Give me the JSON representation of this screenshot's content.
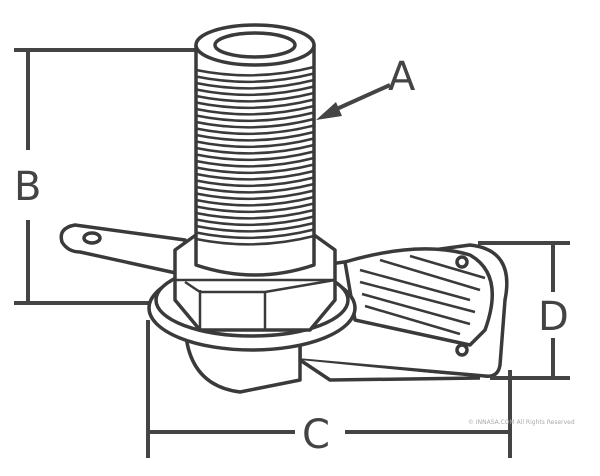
{
  "labels": {
    "a": "A",
    "b": "B",
    "c": "C",
    "d": "D"
  },
  "watermark": "© INNASA.COM All Rights Reserved",
  "colors": {
    "line": "#3a3a3a",
    "background": "#ffffff"
  }
}
